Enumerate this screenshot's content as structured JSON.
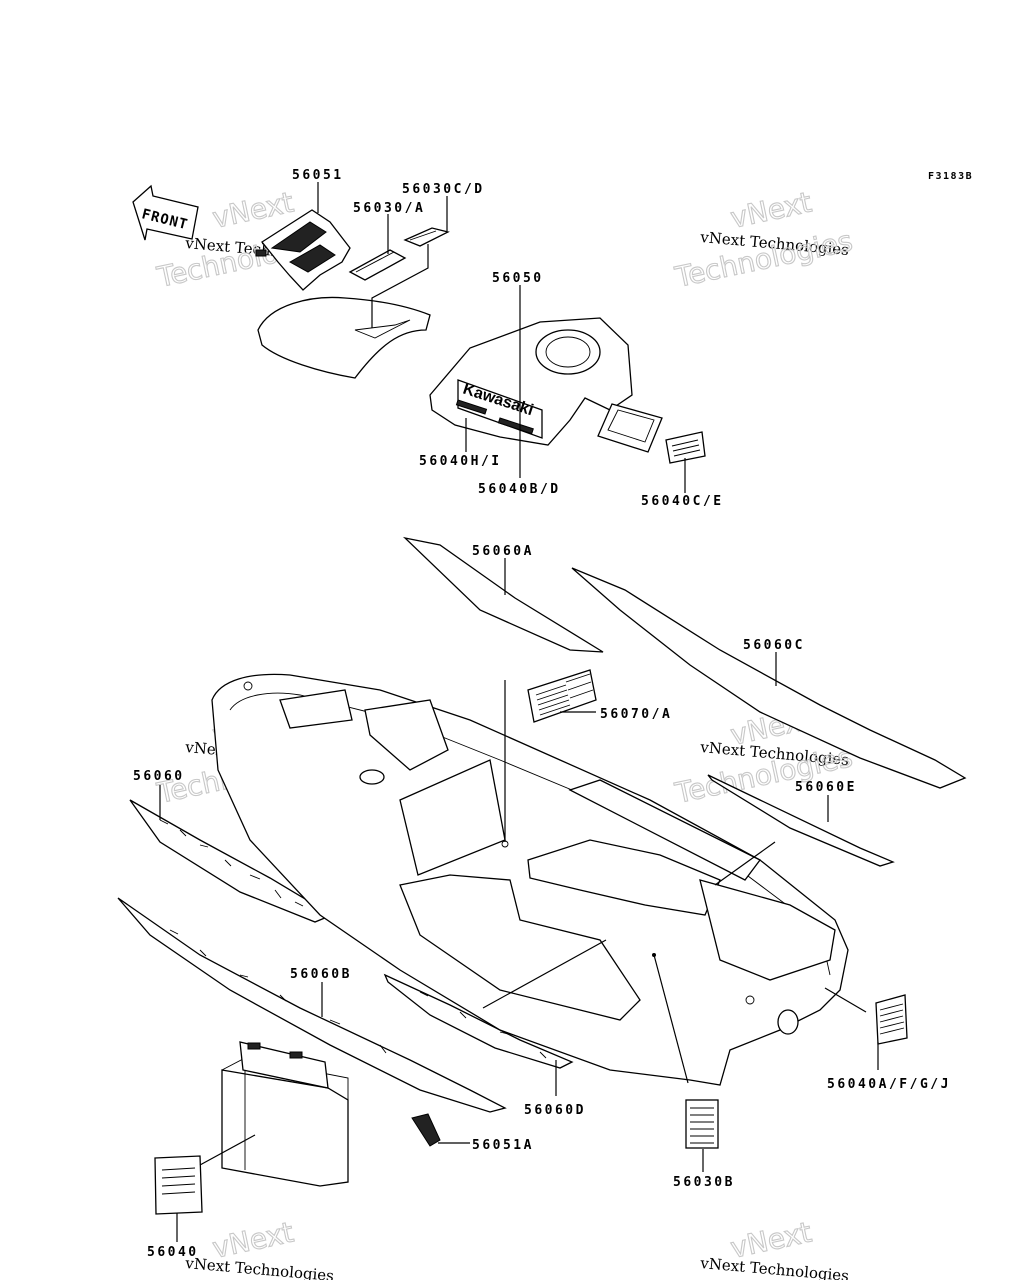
{
  "figure_code": "F3183B",
  "front_arrow": "FRONT",
  "brand_decal": "Kawasaki",
  "watermark": {
    "line1": "vNext",
    "line2": "vNext Technologies",
    "line3": "Technologies"
  },
  "parts": [
    {
      "id": "p56051",
      "label": "56051"
    },
    {
      "id": "p56030CD",
      "label": "56030C/D"
    },
    {
      "id": "p56030A",
      "label": "56030/A"
    },
    {
      "id": "p56050",
      "label": "56050"
    },
    {
      "id": "p56040HI",
      "label": "56040H/I"
    },
    {
      "id": "p56040BD",
      "label": "56040B/D"
    },
    {
      "id": "p56040CE",
      "label": "56040C/E"
    },
    {
      "id": "p56060A",
      "label": "56060A"
    },
    {
      "id": "p56060C",
      "label": "56060C"
    },
    {
      "id": "p56070A",
      "label": "56070/A"
    },
    {
      "id": "p56060",
      "label": "56060"
    },
    {
      "id": "p56060E",
      "label": "56060E"
    },
    {
      "id": "p56060B",
      "label": "56060B"
    },
    {
      "id": "p56040AFGJ",
      "label": "56040A/F/G/J"
    },
    {
      "id": "p56060D",
      "label": "56060D"
    },
    {
      "id": "p56051A",
      "label": "56051A"
    },
    {
      "id": "p56030B",
      "label": "56030B"
    },
    {
      "id": "p56040",
      "label": "56040"
    }
  ]
}
